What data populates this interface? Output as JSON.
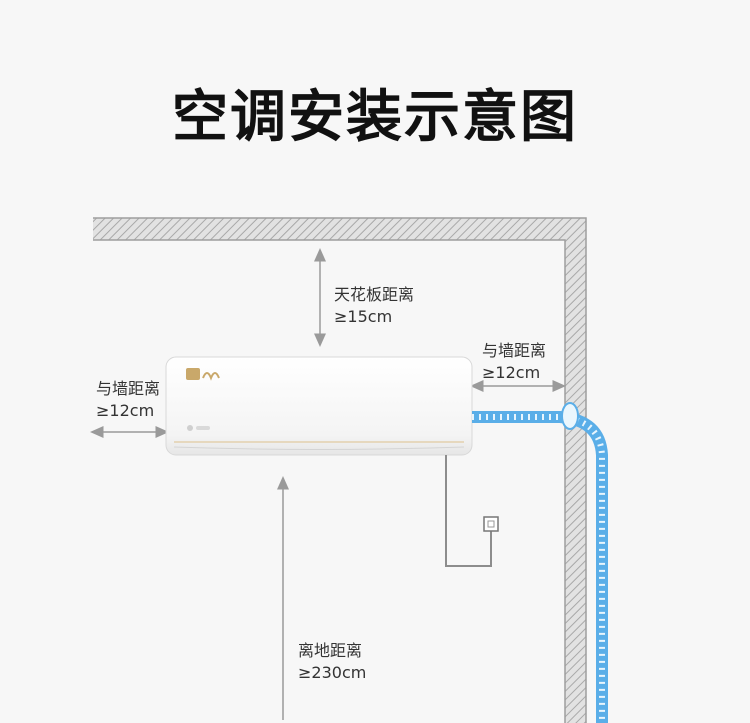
{
  "title": "空调安装示意图",
  "labels": {
    "ceiling": {
      "name": "天花板距离",
      "value": "≥15cm"
    },
    "left_wall": {
      "name": "与墙距离",
      "value": "≥12cm"
    },
    "right_wall": {
      "name": "与墙距离",
      "value": "≥12cm"
    },
    "floor": {
      "name": "离地距离",
      "value": "≥230cm"
    }
  },
  "colors": {
    "wall": "#b5b5b5",
    "arrow": "#9a9a9a",
    "pipe": "#5aaee8",
    "unit": "#ffffff",
    "title": "#111111"
  },
  "icons": {
    "brand_logo": "midea-logo",
    "outlet": "power-socket-icon"
  }
}
